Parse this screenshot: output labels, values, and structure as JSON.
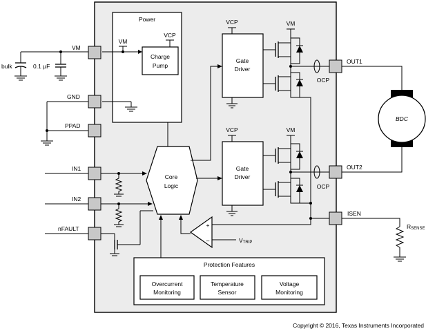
{
  "blocks": {
    "power": "Power",
    "charge_pump_line1": "Charge",
    "charge_pump_line2": "Pump",
    "gate_driver_line1": "Gate",
    "gate_driver_line2": "Driver",
    "core_line1": "Core",
    "core_line2": "Logic",
    "protection_title": "Protection Features",
    "overcurrent_line1": "Overcurrent",
    "overcurrent_line2": "Monitoring",
    "temperature_line1": "Temperature",
    "temperature_line2": "Sensor",
    "voltage_line1": "Voltage",
    "voltage_line2": "Monitoring"
  },
  "pins": {
    "vm": "VM",
    "gnd": "GND",
    "ppad": "PPAD",
    "in1": "IN1",
    "in2": "IN2",
    "nfault": "nFAULT",
    "out1": "OUT1",
    "out2": "OUT2",
    "isen": "ISEN"
  },
  "labels": {
    "bulk": "bulk",
    "cap_value": "0.1 µF",
    "vm": "VM",
    "vcp": "VCP",
    "ocp": "OCP",
    "motor": "BDC",
    "rsense_main": "R",
    "rsense_sub": "SENSE",
    "vtrip_main": "V",
    "vtrip_sub": "TRIP",
    "plus": "+",
    "minus": "–"
  },
  "footer": {
    "copyright": "Copyright © 2016, Texas Instruments Incorporated"
  }
}
